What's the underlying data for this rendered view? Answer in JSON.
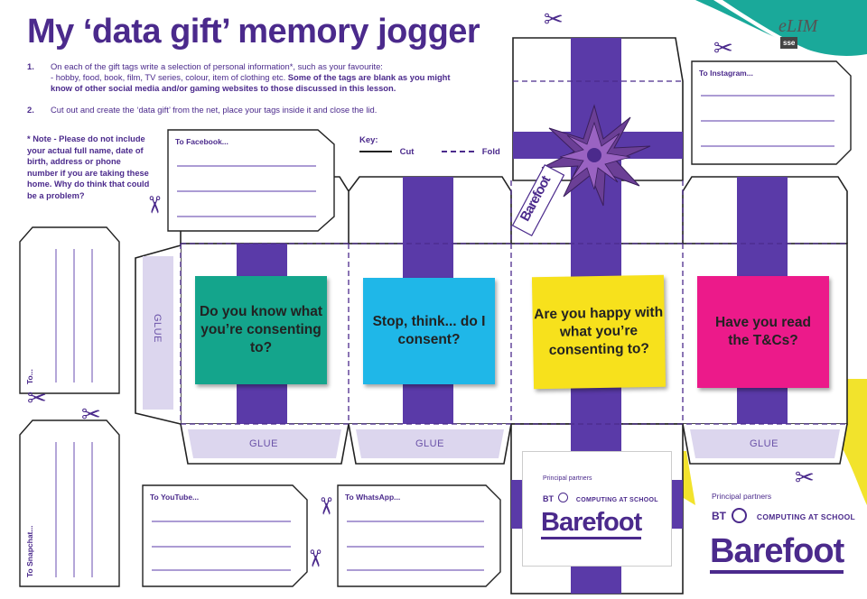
{
  "title": "My ‘data gift’ memory jogger",
  "instructions": [
    {
      "num": "1.",
      "text": "On each of the gift tags write a selection of personal information*, such as your favourite:",
      "line2": "- hobby, food, book, film, TV series, colour, item of clothing etc. ",
      "bold": "Some of the tags are blank as you might know of other social media and/or gaming websites to those discussed in this lesson."
    },
    {
      "num": "2.",
      "text": "Cut out and create the ‘data gift’ from the net, place your tags inside it and close the lid."
    }
  ],
  "note": "* Note - Please do not include your actual full name, date of birth, address or phone number if you are taking these home. Why do think that could be a problem?",
  "key": {
    "title": "Key:",
    "cut": "Cut",
    "fold": "Fold"
  },
  "tags": {
    "facebook": "To Facebook...",
    "instagram": "To Instagram...",
    "blank": "To...",
    "snapchat": "To Snapchat...",
    "youtube": "To YouTube...",
    "whatsapp": "To WhatsApp..."
  },
  "notes": [
    {
      "text": "Do you know what you’re consenting to?",
      "color": "#14a58c"
    },
    {
      "text": "Stop, think... do I consent?",
      "color": "#1fb7e8"
    },
    {
      "text": "Are you happy with what you’re consenting to?",
      "color": "#f7e11c"
    },
    {
      "text": "Have you read the T&Cs?",
      "color": "#ec1a8a"
    }
  ],
  "glue": "GLUE",
  "bow_tag": "Barefoot",
  "partners": {
    "label": "Principal partners",
    "bt": "BT",
    "cas": "COMPUTING AT SCHOOL",
    "barefoot": "Barefoot"
  },
  "logo": {
    "name": "eLIM",
    "sub": "sse"
  },
  "colors": {
    "brand": "#4b2a8c",
    "ribbon": "#5a3aa8",
    "glue": "#dcd6ee",
    "teal": "#1aa99a",
    "yellow": "#f2e32c"
  }
}
